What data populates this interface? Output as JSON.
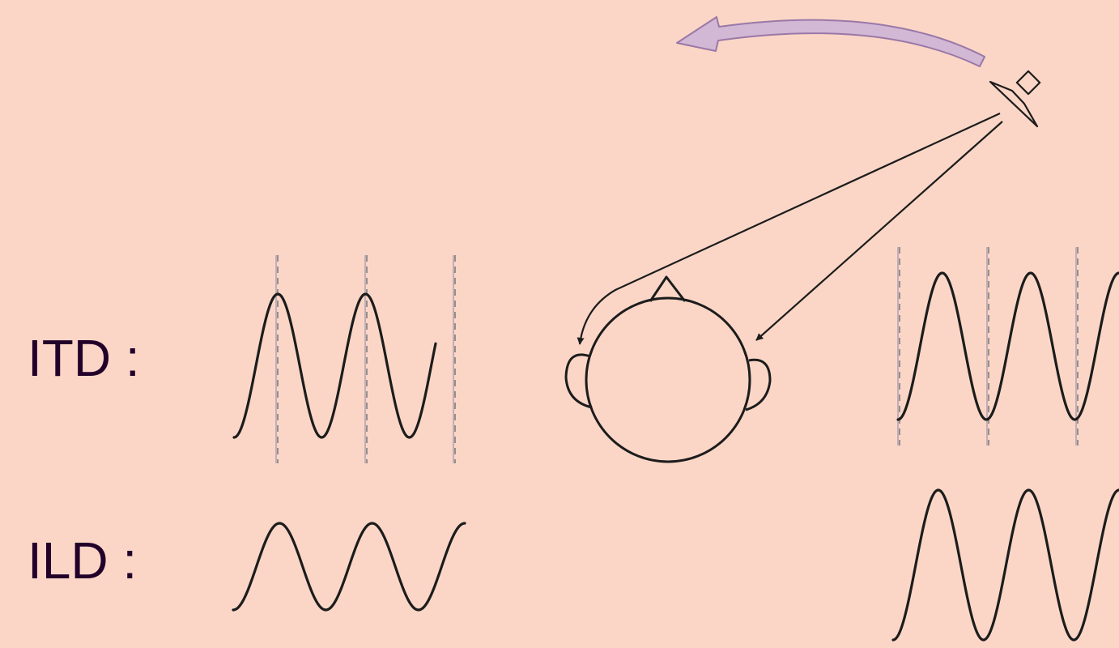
{
  "colors": {
    "background": "#fbd6c6",
    "label_text": "#22002a",
    "ink": "#1c1c1c",
    "rotation_arrow_fill": "#d2b8d4",
    "rotation_arrow_stroke": "#9a78a8",
    "guide_line": "#9c94b0"
  },
  "labels": {
    "itd": "ITD :",
    "ild": "ILD :"
  },
  "icons": {
    "source": "loudspeaker-icon",
    "listener": "head-icon",
    "rotation": "curved-arrow-icon"
  },
  "waves": {
    "itd_left_cycles": 2.3,
    "itd_right_cycles": 2.5,
    "ild_left_cycles": 2.5,
    "ild_right_cycles": 2.5,
    "ild_amplitude_ratio_left_to_right": 0.5
  }
}
